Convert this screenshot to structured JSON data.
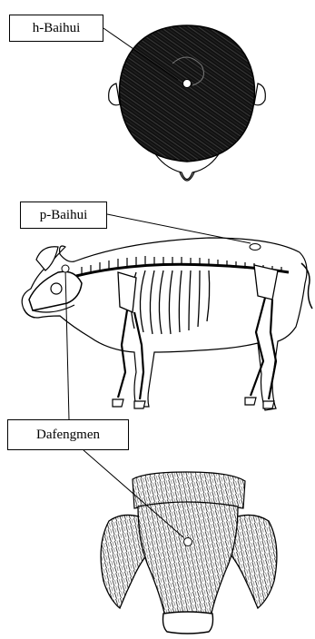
{
  "labels": {
    "h_baihui": "h-Baihui",
    "p_baihui": "p-Baihui",
    "dafengmen": "Dafengmen"
  },
  "colors": {
    "ink": "#000000",
    "background": "#ffffff",
    "hair": "#1a1a1a",
    "skin": "#ffffff"
  },
  "panels": [
    {
      "subject": "human-head-top-view",
      "point": "h-Baihui"
    },
    {
      "subject": "pig-with-skeleton-side-view",
      "point": "p-Baihui"
    },
    {
      "subject": "pig-head-top-view",
      "point": "Dafengmen"
    }
  ]
}
